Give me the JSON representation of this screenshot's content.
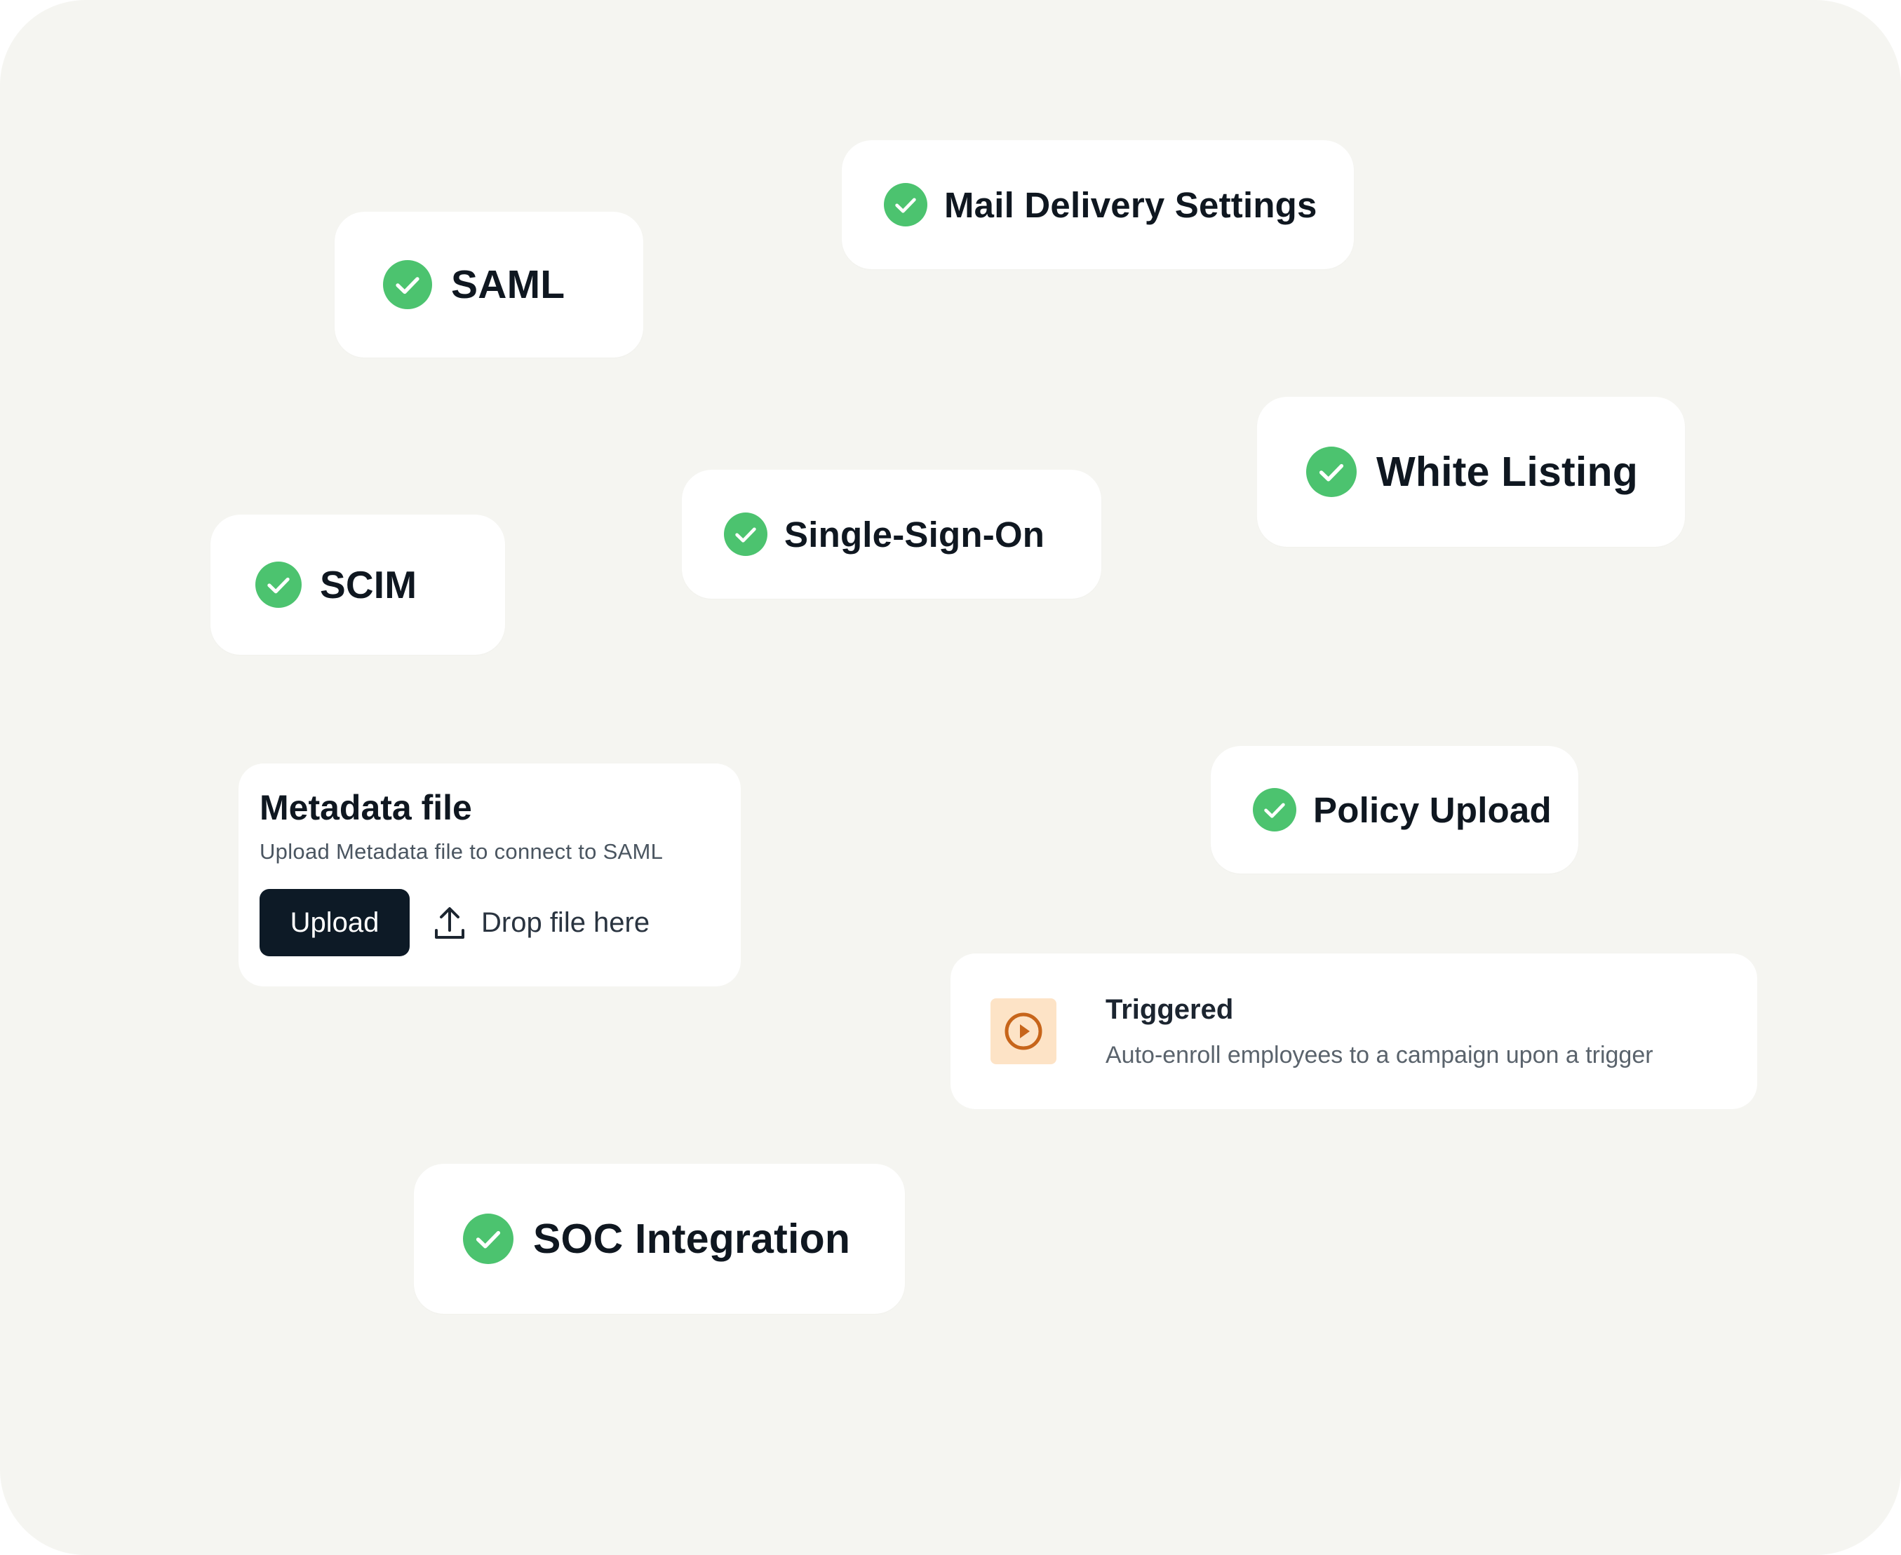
{
  "colors": {
    "background": "#f5f5f1",
    "card": "#ffffff",
    "check_green": "#4cc36f",
    "button_dark": "#0d1a26",
    "trigger_bg": "#fde3c6",
    "trigger_icon": "#c7651a"
  },
  "features": {
    "saml": "SAML",
    "mail_delivery": "Mail Delivery Settings",
    "white_listing": "White Listing",
    "single_sign_on": "Single-Sign-On",
    "scim": "SCIM",
    "policy_upload": "Policy Upload",
    "soc_integration": "SOC Integration"
  },
  "feature_icon": "check-circle-icon",
  "metadata_card": {
    "title": "Metadata file",
    "subtitle": "Upload Metadata file to connect to SAML",
    "upload_label": "Upload",
    "drop_label": "Drop file here",
    "drop_icon": "upload-icon"
  },
  "trigger_card": {
    "icon": "play-circle-icon",
    "title": "Triggered",
    "description": "Auto-enroll employees to a campaign upon a trigger"
  }
}
